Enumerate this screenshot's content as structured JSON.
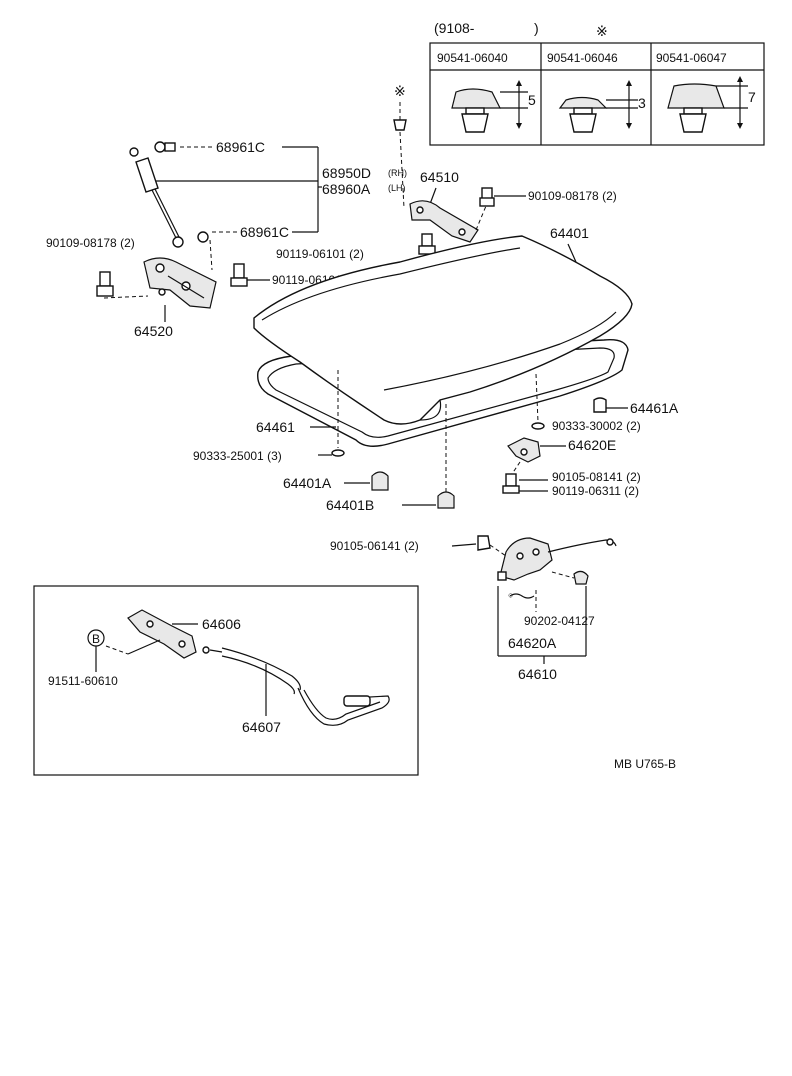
{
  "inset_table": {
    "header_left": "(9108-",
    "header_close": ")",
    "header_mark": "※",
    "columns": [
      {
        "part": "90541-06040",
        "dimension": "5"
      },
      {
        "part": "90541-06046",
        "dimension": "3"
      },
      {
        "part": "90541-06047",
        "dimension": "7"
      }
    ]
  },
  "labels": {
    "mark_top": "※",
    "p68961C_upper": "68961C",
    "p68961C_lower": "68961C",
    "p68950D": "68950D",
    "p68950D_side": "(RH)",
    "p68960A": "68960A",
    "p68960A_side": "(LH)",
    "p64510": "64510",
    "p90109_right": "90109-08178 (2)",
    "p90109_left": "90109-08178 (2)",
    "p90119_upper": "90119-06101 (2)",
    "p90119_lower": "90119-06101 (2)",
    "p64401": "64401",
    "p64520": "64520",
    "p64461": "64461",
    "p64461A": "64461A",
    "p90333_30002": "90333-30002 (2)",
    "p90333_25001": "90333-25001 (3)",
    "p64620E": "64620E",
    "p64401A": "64401A",
    "p90105_right": "90105-08141 (2)",
    "p90119_06311": "90119-06311 (2)",
    "p64401B": "64401B",
    "p90105_left": "90105-06141 (2)",
    "p90202": "90202-04127",
    "p64620A": "64620A",
    "p64610": "64610",
    "p64606": "64606",
    "badge_B": "B",
    "p91511": "91511-60610",
    "p64607": "64607",
    "diagram_code": "MB U765-B"
  }
}
